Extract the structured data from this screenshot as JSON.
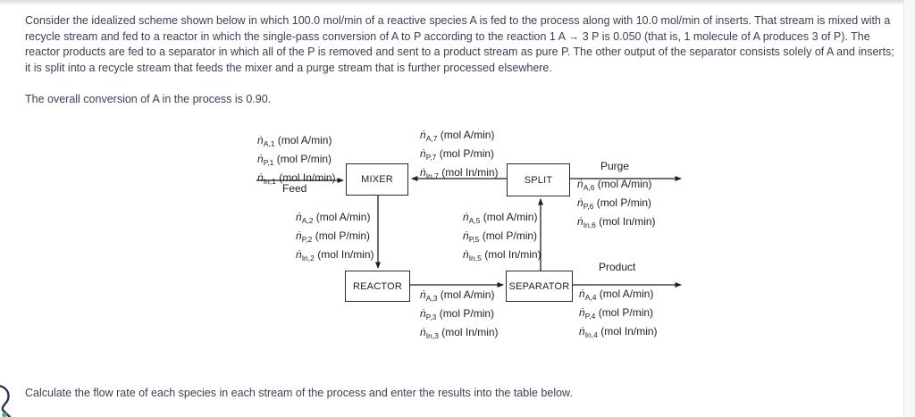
{
  "page": {
    "paragraph1": "Consider the idealized scheme shown below in which 100.0 mol/min of a reactive species A is fed to the process along with 10.0 mol/min of inserts. That stream is mixed with a recycle stream and fed to a reactor in which the single-pass conversion of A to P according to the reaction 1 A → 3 P is 0.050 (that is, 1 molecule of A produces 3 of P). The reactor products are fed to a separator in which all of the P is removed and sent to a product stream as pure P. The other output of the separator consists solely of A and inserts; it is split into a recycle stream that feeds the mixer and a purge stream that is further processed elsewhere.",
    "paragraph2": "The overall conversion of A in the process is 0.90.",
    "bottom_instruction": "Calculate the flow rate of each species in each stream of the process and enter the results into the table below."
  },
  "diagram": {
    "flow_symbol": "ṅ",
    "boxes": {
      "mixer": {
        "label": "MIXER"
      },
      "split": {
        "label": "SPLIT"
      },
      "reactor": {
        "label": "REACTOR"
      },
      "separator": {
        "label": "SEPARATOR"
      }
    },
    "streams": {
      "s1": {
        "title": "Feed",
        "lines": [
          {
            "sub": "A,1",
            "unit": "(mol A/min)"
          },
          {
            "sub": "P,1",
            "unit": "(mol P/min)"
          },
          {
            "sub": "In,1",
            "unit": "(mol In/min)"
          }
        ]
      },
      "s2": {
        "lines": [
          {
            "sub": "A,2",
            "unit": "(mol A/min)"
          },
          {
            "sub": "P,2",
            "unit": "(mol P/min)"
          },
          {
            "sub": "In,2",
            "unit": "(mol In/min)"
          }
        ]
      },
      "s3": {
        "lines": [
          {
            "sub": "A,3",
            "unit": "(mol A/min)"
          },
          {
            "sub": "P,3",
            "unit": "(mol P/min)"
          },
          {
            "sub": "In,3",
            "unit": "(mol In/min)"
          }
        ]
      },
      "s4": {
        "title": "Product",
        "lines": [
          {
            "sub": "A,4",
            "unit": "(mol A/min)"
          },
          {
            "sub": "P,4",
            "unit": "(mol P/min)"
          },
          {
            "sub": "In,4",
            "unit": "(mol In/min)"
          }
        ]
      },
      "s5": {
        "lines": [
          {
            "sub": "A,5",
            "unit": "(mol A/min)"
          },
          {
            "sub": "P,5",
            "unit": "(mol P/min)"
          },
          {
            "sub": "In,5",
            "unit": "(mol In/min)"
          }
        ]
      },
      "s6": {
        "title": "Purge",
        "lines": [
          {
            "sub": "A,6",
            "unit": "(mol A/min)"
          },
          {
            "sub": "P,6",
            "unit": "(mol P/min)"
          },
          {
            "sub": "In,6",
            "unit": "(mol In/min)"
          }
        ]
      },
      "s7": {
        "lines": [
          {
            "sub": "A,7",
            "unit": "(mol A/min)"
          },
          {
            "sub": "P,7",
            "unit": "(mol P/min)"
          },
          {
            "sub": "In,7",
            "unit": "(mol In/min)"
          }
        ]
      }
    },
    "colors": {
      "line": "#1f1f1f"
    }
  },
  "cursor": {
    "outline_color": "#2d3250",
    "dot_color": "#4cae7e"
  }
}
